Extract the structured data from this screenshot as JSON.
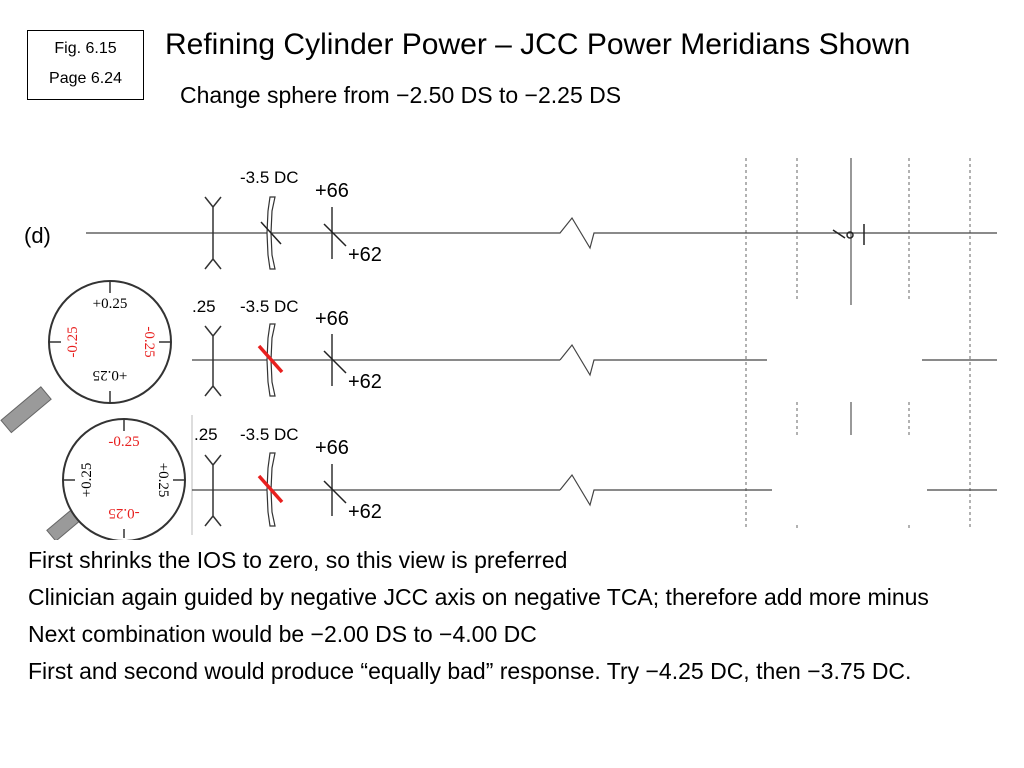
{
  "figure_ref": {
    "fig": "Fig. 6.15",
    "page": "Page 6.24"
  },
  "title": "Refining Cylinder Power – JCC Power Meridians Shown",
  "subtitle": "Change sphere from −2.50 DS to −2.25 DS",
  "diagram": {
    "panel_label": "(d)",
    "rows": [
      {
        "sphere": "",
        "cylinder": "-3.5 DC",
        "meridian_top": "+66",
        "meridian_bottom": "+62"
      },
      {
        "sphere": ".25",
        "cylinder": "-3.5 DC",
        "meridian_top": "+66",
        "meridian_bottom": "+62"
      },
      {
        "sphere": ".25",
        "cylinder": "-3.5 DC",
        "meridian_top": "+66",
        "meridian_bottom": "+62"
      }
    ],
    "dial_1": {
      "top": "+0.25",
      "bottom": "+0.25",
      "left": "-0.25",
      "right": "-0.25"
    },
    "dial_2": {
      "top": "-0.25",
      "bottom": "-0.25",
      "left": "+0.25",
      "right": "+0.25"
    },
    "colors": {
      "red": "#e8201f",
      "line": "#444444",
      "handle": "#9a9a9a"
    }
  },
  "bullets": [
    "First shrinks the IOS to zero, so this view is preferred",
    "Clinician again guided by negative JCC axis on negative TCA; therefore add more minus",
    "Next combination would be −2.00 DS to −4.00 DC",
    "First and second would produce “equally bad” response.  Try −4.25 DC, then −3.75 DC."
  ]
}
